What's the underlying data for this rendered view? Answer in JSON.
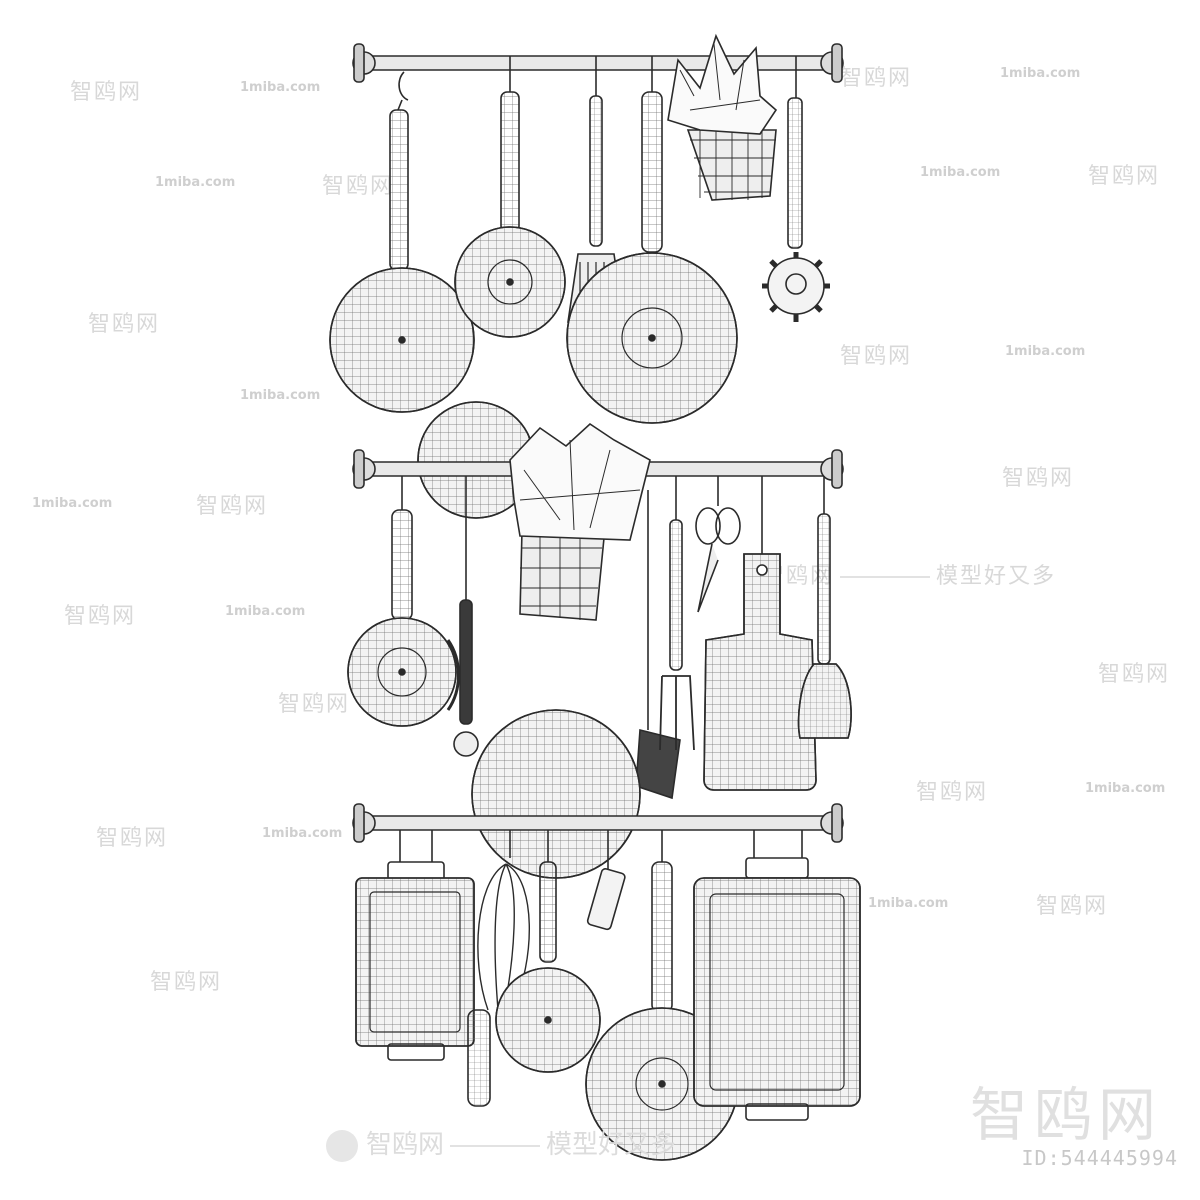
{
  "watermarks": {
    "brand_cn": "智鸥网",
    "brand_en": "1miba.com",
    "slogan": "模型好又多",
    "big_brand": "智鸥网",
    "id_text": "ID:544445994"
  },
  "colors": {
    "background": "#ffffff",
    "line": "#2b2b2b",
    "fill": "#f2f2f2",
    "watermark": "#d8d8d8"
  }
}
